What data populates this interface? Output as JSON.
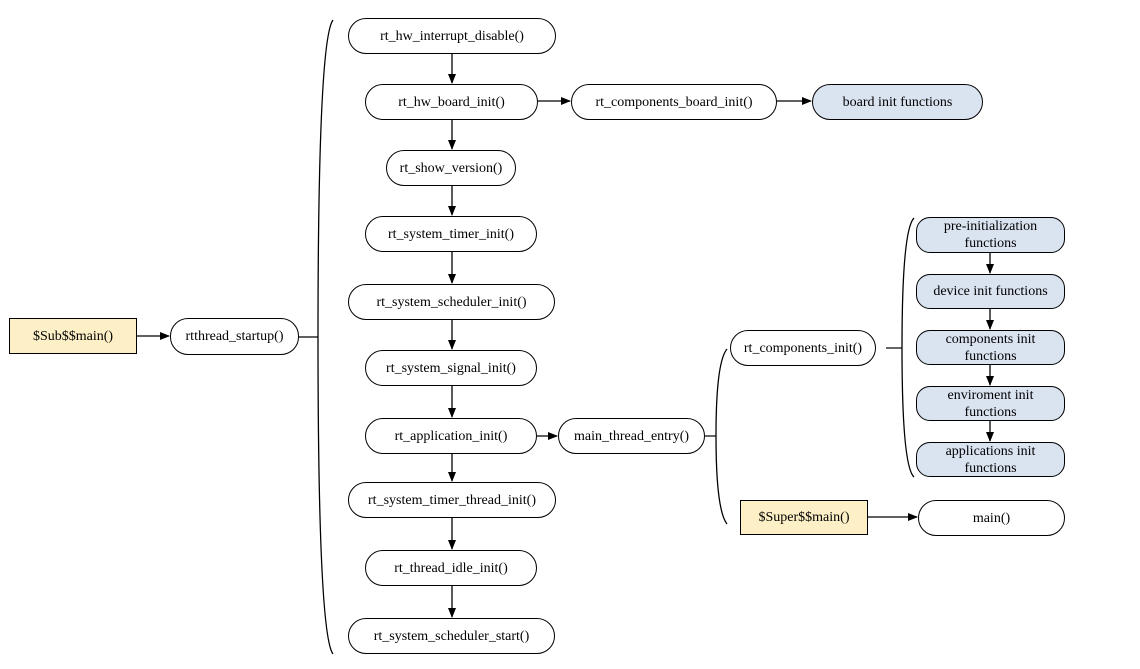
{
  "colors": {
    "entry_fill": "#fdf0c6",
    "init_fill": "#dae3f0",
    "stroke": "#000000"
  },
  "nodes": {
    "sub_main": "$Sub$$main()",
    "rtthread_startup": "rtthread_startup()",
    "hw_interrupt_disable": "rt_hw_interrupt_disable()",
    "hw_board_init": "rt_hw_board_init()",
    "components_board_init": "rt_components_board_init()",
    "board_init_functions": "board init functions",
    "show_version": "rt_show_version()",
    "system_timer_init": "rt_system_timer_init()",
    "system_scheduler_init": "rt_system_scheduler_init()",
    "system_signal_init": "rt_system_signal_init()",
    "application_init": "rt_application_init()",
    "main_thread_entry": "main_thread_entry()",
    "system_timer_thread_init": "rt_system_timer_thread_init()",
    "thread_idle_init": "rt_thread_idle_init()",
    "system_scheduler_start": "rt_system_scheduler_start()",
    "components_init": "rt_components_init()",
    "super_main": "$Super$$main()",
    "main": "main()",
    "pre_init_functions": "pre-initialization functions",
    "device_init_functions": "device init functions",
    "components_init_functions": "components init functions",
    "enviroment_init_functions": "enviroment init functions",
    "applications_init_functions": "applications init functions"
  }
}
